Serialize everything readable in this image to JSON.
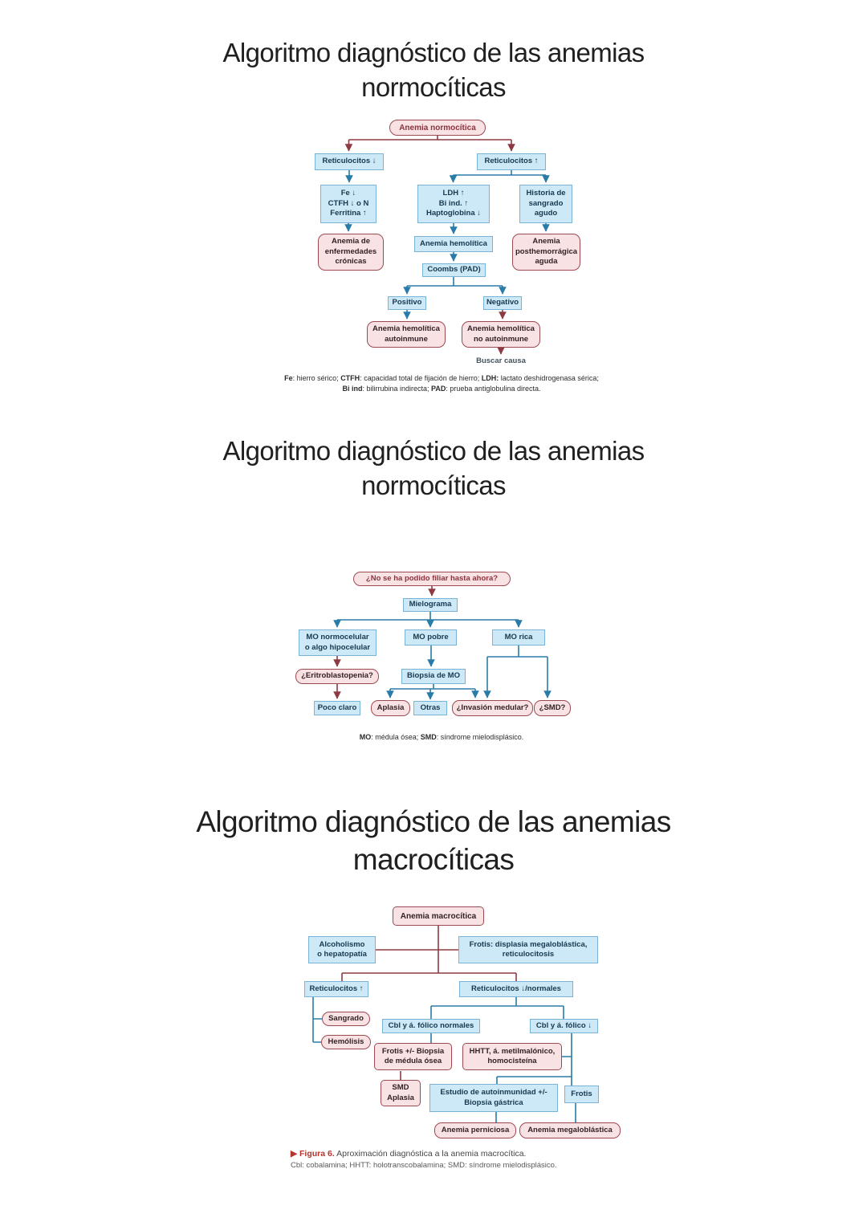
{
  "colors": {
    "blue_box_fill": "#cde8f6",
    "blue_box_border": "#79b4d6",
    "pink_box_fill": "#f9e2e3",
    "maroon_line": "#8e3a42",
    "teal_line": "#2a7ca8",
    "caption_red": "#b5342e"
  },
  "fig1": {
    "title": "Algoritmo diagnóstico de las anemias normocíticas",
    "nodes": {
      "root": "Anemia normocítica",
      "retic_down": "Reticulocitos ↓",
      "retic_up": "Reticulocitos ↑",
      "fe": "Fe ↓\nCTFH ↓ o N\nFerritina ↑",
      "ldh": "LDH ↑\nBi ind. ↑\nHaptoglobina ↓",
      "historia": "Historia de\nsangrado\nagudo",
      "cronicas": "Anemia de\nenfermedades\ncrónicas",
      "hemolitica": "Anemia hemolítica",
      "posthemorragica": "Anemia\nposthemorrágica\naguda",
      "coombs": "Coombs (PAD)",
      "positivo": "Positivo",
      "negativo": "Negativo",
      "autoinmune": "Anemia hemolítica\nautoinmune",
      "no_autoinmune": "Anemia hemolítica\nno autoinmune",
      "buscar_causa": "Buscar causa"
    },
    "footnote_line1": [
      {
        "t": "Fe",
        "b": 1
      },
      {
        "t": ": hierro sérico; "
      },
      {
        "t": "CTFH",
        "b": 1
      },
      {
        "t": ": capacidad total de fijación de hierro; "
      },
      {
        "t": "LDH:",
        "b": 1
      },
      {
        "t": " lactato deshidrogenasa sérica;"
      }
    ],
    "footnote_line2": [
      {
        "t": "Bi ind",
        "b": 1
      },
      {
        "t": ": bilirrubina indirecta; "
      },
      {
        "t": "PAD",
        "b": 1
      },
      {
        "t": ": prueba antiglobulina directa."
      }
    ]
  },
  "fig2": {
    "title": "Algoritmo diagnóstico de las anemias normocíticas",
    "nodes": {
      "root": "¿No se ha podido filiar hasta ahora?",
      "mielograma": "Mielograma",
      "mo_normo": "MO normocelular\no algo hipocelular",
      "mo_pobre": "MO pobre",
      "mo_rica": "MO rica",
      "eritroblastopenia": "¿Eritroblastopenia?",
      "biopsia": "Biopsia de MO",
      "poco_claro": "Poco claro",
      "aplasia": "Aplasia",
      "otras": "Otras",
      "invasion": "¿Invasión medular?",
      "smd": "¿SMD?"
    },
    "footnote": [
      {
        "t": "MO",
        "b": 1
      },
      {
        "t": ": médula ósea; "
      },
      {
        "t": "SMD",
        "b": 1
      },
      {
        "t": ": síndrome mielodisplásico."
      }
    ]
  },
  "fig3": {
    "title": "Algoritmo diagnóstico de las anemias macrocíticas",
    "nodes": {
      "root": "Anemia macrocítica",
      "alcoholismo": "Alcoholismo\no hepatopatía",
      "frotis_displasia": "Frotis: displasia megaloblástica,\nreticulocitosis",
      "retic_up": "Reticulocitos ↑",
      "retic_down_norm": "Reticulocitos ↓/normales",
      "sangrado": "Sangrado",
      "hemolisis": "Hemólisis",
      "cbl_normales": "Cbl y á. fólico normales",
      "cbl_bajo": "Cbl y á. fólico ↓",
      "frotis_biopsia": "Frotis +/- Biopsia\nde médula ósea",
      "hhtt": "HHTT, á. metilmalónico,\nhomocisteína",
      "smd_aplasia": "SMD\nAplasia",
      "estudio": "Estudio de autoinmunidad +/-\nBiopsia gástrica",
      "frotis": "Frotis",
      "perniciosa": "Anemia perniciosa",
      "megaloblastica": "Anemia megaloblástica"
    },
    "caption_line1": [
      {
        "t": "▶ Figura 6.",
        "c": "figlabel"
      },
      {
        "t": " Aproximación diagnóstica a la anemia macrocítica."
      }
    ],
    "caption_line2": [
      {
        "t": "Cbl: cobalamina; HHTT: holotranscobalamina; SMD: síndrome mielodisplásico."
      }
    ]
  }
}
